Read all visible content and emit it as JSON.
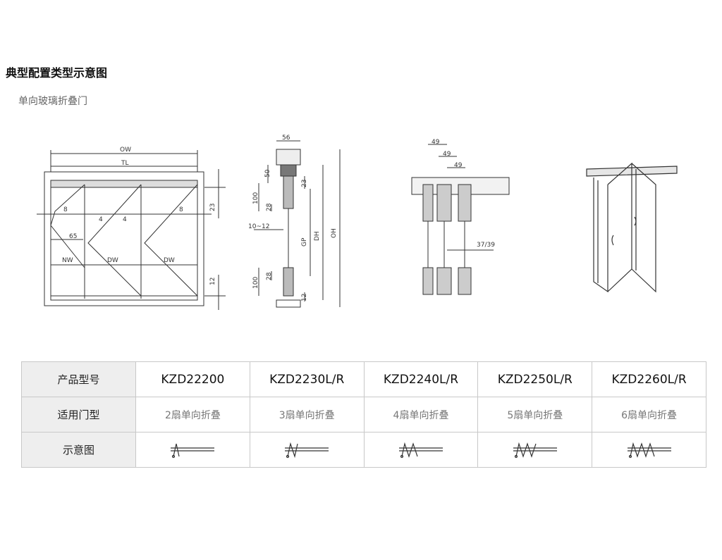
{
  "page": {
    "title": "典型配置类型示意图",
    "subtitle": "单向玻璃折叠门"
  },
  "front_view": {
    "labels": [
      "OW",
      "TL",
      "8",
      "4",
      "4",
      "8",
      "65",
      "NW",
      "DW",
      "DW",
      "23",
      "12"
    ]
  },
  "section_view": {
    "labels": [
      "56",
      "50",
      "100",
      "28",
      "23",
      "10~12",
      "GP",
      "DH",
      "OH",
      "28",
      "100",
      "12"
    ]
  },
  "hinge_view": {
    "labels": [
      "49",
      "49",
      "49",
      "37/39"
    ]
  },
  "table": {
    "row_headers": [
      "产品型号",
      "适用门型",
      "示意图"
    ],
    "models": [
      "KZD22200",
      "KZD2230L/R",
      "KZD2240L/R",
      "KZD2250L/R",
      "KZD2260L/R"
    ],
    "door_types": [
      "2扇单向折叠",
      "3扇单向折叠",
      "4扇单向折叠",
      "5扇单向折叠",
      "6扇单向折叠"
    ],
    "schematic_icons": [
      "fold-2-icon",
      "fold-3-icon",
      "fold-4-icon",
      "fold-5-icon",
      "fold-6-icon"
    ]
  }
}
